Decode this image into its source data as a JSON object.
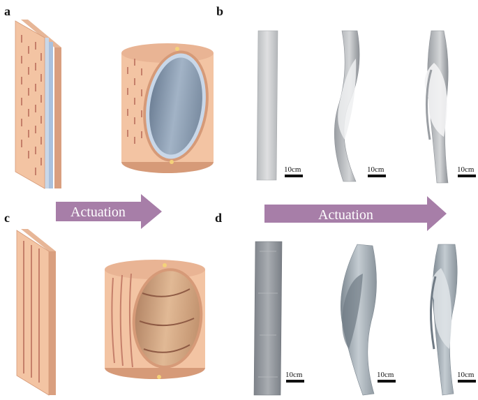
{
  "panels": {
    "a": "a",
    "b": "b",
    "c": "c",
    "d": "d"
  },
  "arrows": {
    "left": "Actuation",
    "right": "Actuation"
  },
  "scale_bars": {
    "b1": "10cm",
    "b2": "10cm",
    "b3": "10cm",
    "d1": "10cm",
    "d2": "10cm",
    "d3": "10cm"
  },
  "colors": {
    "skin": "#f3c4a3",
    "skin_edge": "#d69a78",
    "slit": "#c57f6a",
    "layer_blue": "#a9c1de",
    "inner_blue": "#8ea1b6",
    "inner_wood": "#d6a985",
    "arrow": "#a77ea8",
    "photo_light": "#d7d8d9",
    "photo_dark": "#8d9197",
    "joint": "#f4d27a"
  }
}
